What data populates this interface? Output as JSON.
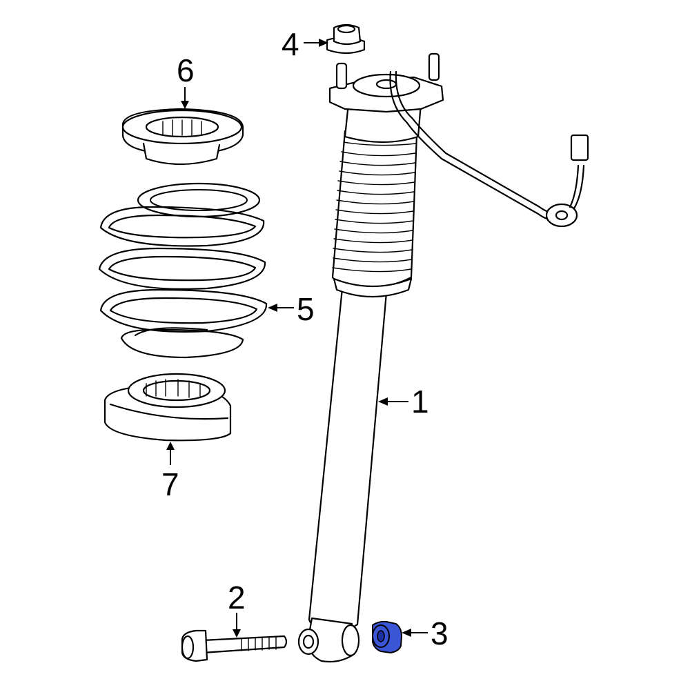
{
  "highlight_color": "#3a55d6",
  "callouts": {
    "c1": "1",
    "c2": "2",
    "c3": "3",
    "c4": "4",
    "c5": "5",
    "c6": "6",
    "c7": "7"
  }
}
